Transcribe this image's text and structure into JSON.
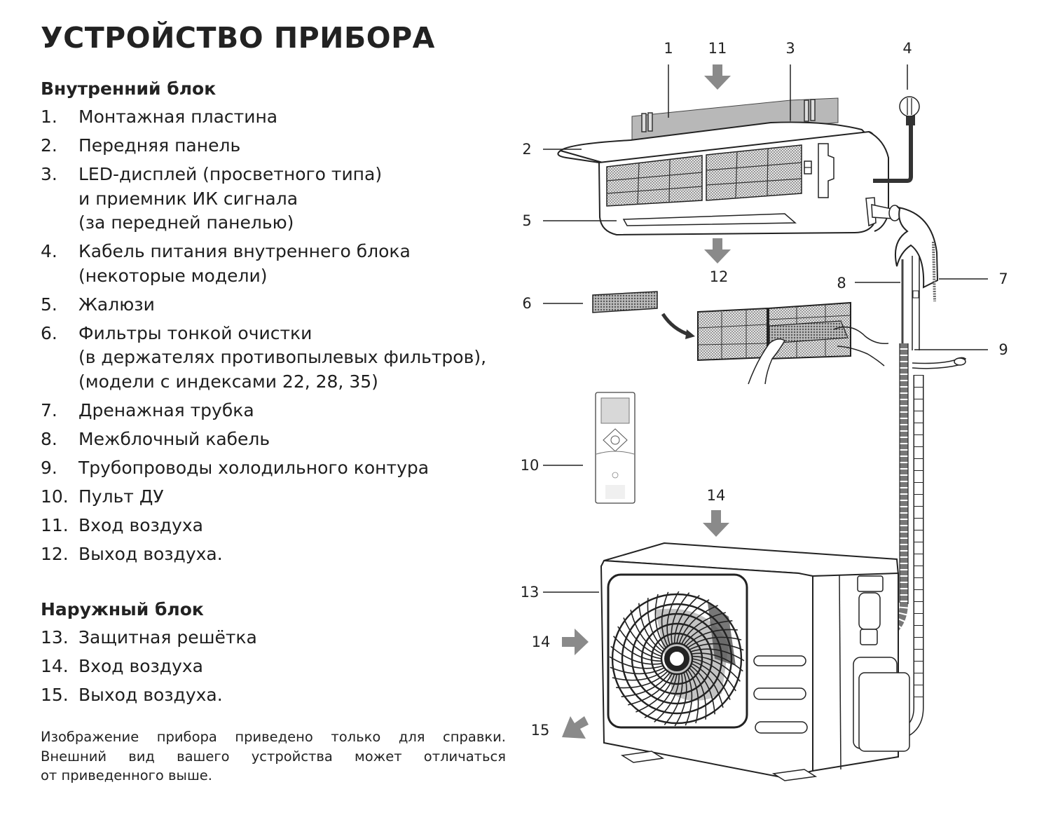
{
  "title": "УСТРОЙСТВО ПРИБОРА",
  "indoor": {
    "heading": "Внутренний блок",
    "items": [
      {
        "num": "1.",
        "text": "Монтажная пластина"
      },
      {
        "num": "2.",
        "text": "Передняя панель"
      },
      {
        "num": "3.",
        "text": "LED-дисплей (просветного типа)\nи приемник ИК сигнала\n(за передней панелью)"
      },
      {
        "num": "4.",
        "text": "Кабель питания внутреннего блока\n(некоторые модели)"
      },
      {
        "num": "5.",
        "text": "Жалюзи"
      },
      {
        "num": "6.",
        "text": "Фильтры тонкой очистки\n(в держателях противопылевых фильтров),\n(модели с индексами 22, 28, 35)"
      },
      {
        "num": "7.",
        "text": "Дренажная трубка"
      },
      {
        "num": "8.",
        "text": "Межблочный кабель"
      },
      {
        "num": "9.",
        "text": "Трубопроводы холодильного контура"
      },
      {
        "num": "10.",
        "text": "Пульт ДУ"
      },
      {
        "num": "11.",
        "text": "Вход воздуха"
      },
      {
        "num": "12.",
        "text": "Выход воздуха."
      }
    ]
  },
  "outdoor": {
    "heading": "Наружный блок",
    "items": [
      {
        "num": "13.",
        "text": "Защитная решётка"
      },
      {
        "num": "14.",
        "text": "Вход воздуха"
      },
      {
        "num": "15.",
        "text": "Выход воздуха."
      }
    ]
  },
  "note": {
    "line1": "Изображение прибора приведено только для справки.",
    "line2": "Внешний вид вашего устройства может отличаться",
    "line3": "от приведенного выше."
  },
  "diagram": {
    "callouts": {
      "c1": "1",
      "c2": "2",
      "c3": "3",
      "c4": "4",
      "c5": "5",
      "c6": "6",
      "c7": "7",
      "c8": "8",
      "c9": "9",
      "c10": "10",
      "c11": "11",
      "c12": "12",
      "c13": "13",
      "c14_top": "14",
      "c14_side": "14",
      "c15": "15"
    },
    "colors": {
      "arrow": "#8a8a8a",
      "line": "#222222",
      "mesh": "#cfcfcf",
      "plate": "#b8b8b8",
      "dark": "#333333"
    }
  }
}
